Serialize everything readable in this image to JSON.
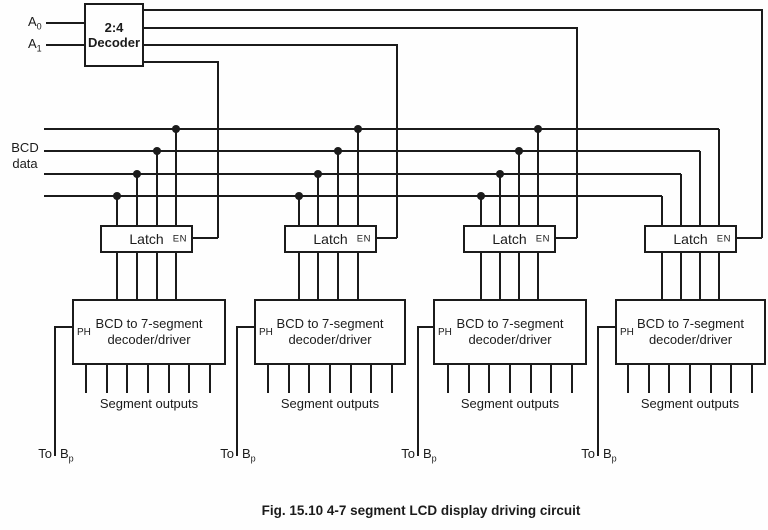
{
  "diagram": {
    "decoder": {
      "title_line1": "2:4",
      "title_line2": "Decoder"
    },
    "inputs": {
      "a0_base": "A",
      "a0_sub": "0",
      "a1_base": "A",
      "a1_sub": "1"
    },
    "bus": {
      "label_line1": "BCD",
      "label_line2": "data"
    },
    "latch": {
      "label": "Latch",
      "enable": "EN"
    },
    "driver": {
      "phase": "PH",
      "label_line1": "BCD to 7-segment",
      "label_line2": "decoder/driver"
    },
    "outputs": {
      "segment_label": "Segment outputs"
    },
    "backplane": {
      "to": "To",
      "base": "B",
      "sub": "p"
    },
    "caption": "Fig. 15.10 4-7 segment LCD display driving circuit",
    "colors": {
      "ink": "#1b1b1b",
      "background": "#fefefe"
    }
  }
}
